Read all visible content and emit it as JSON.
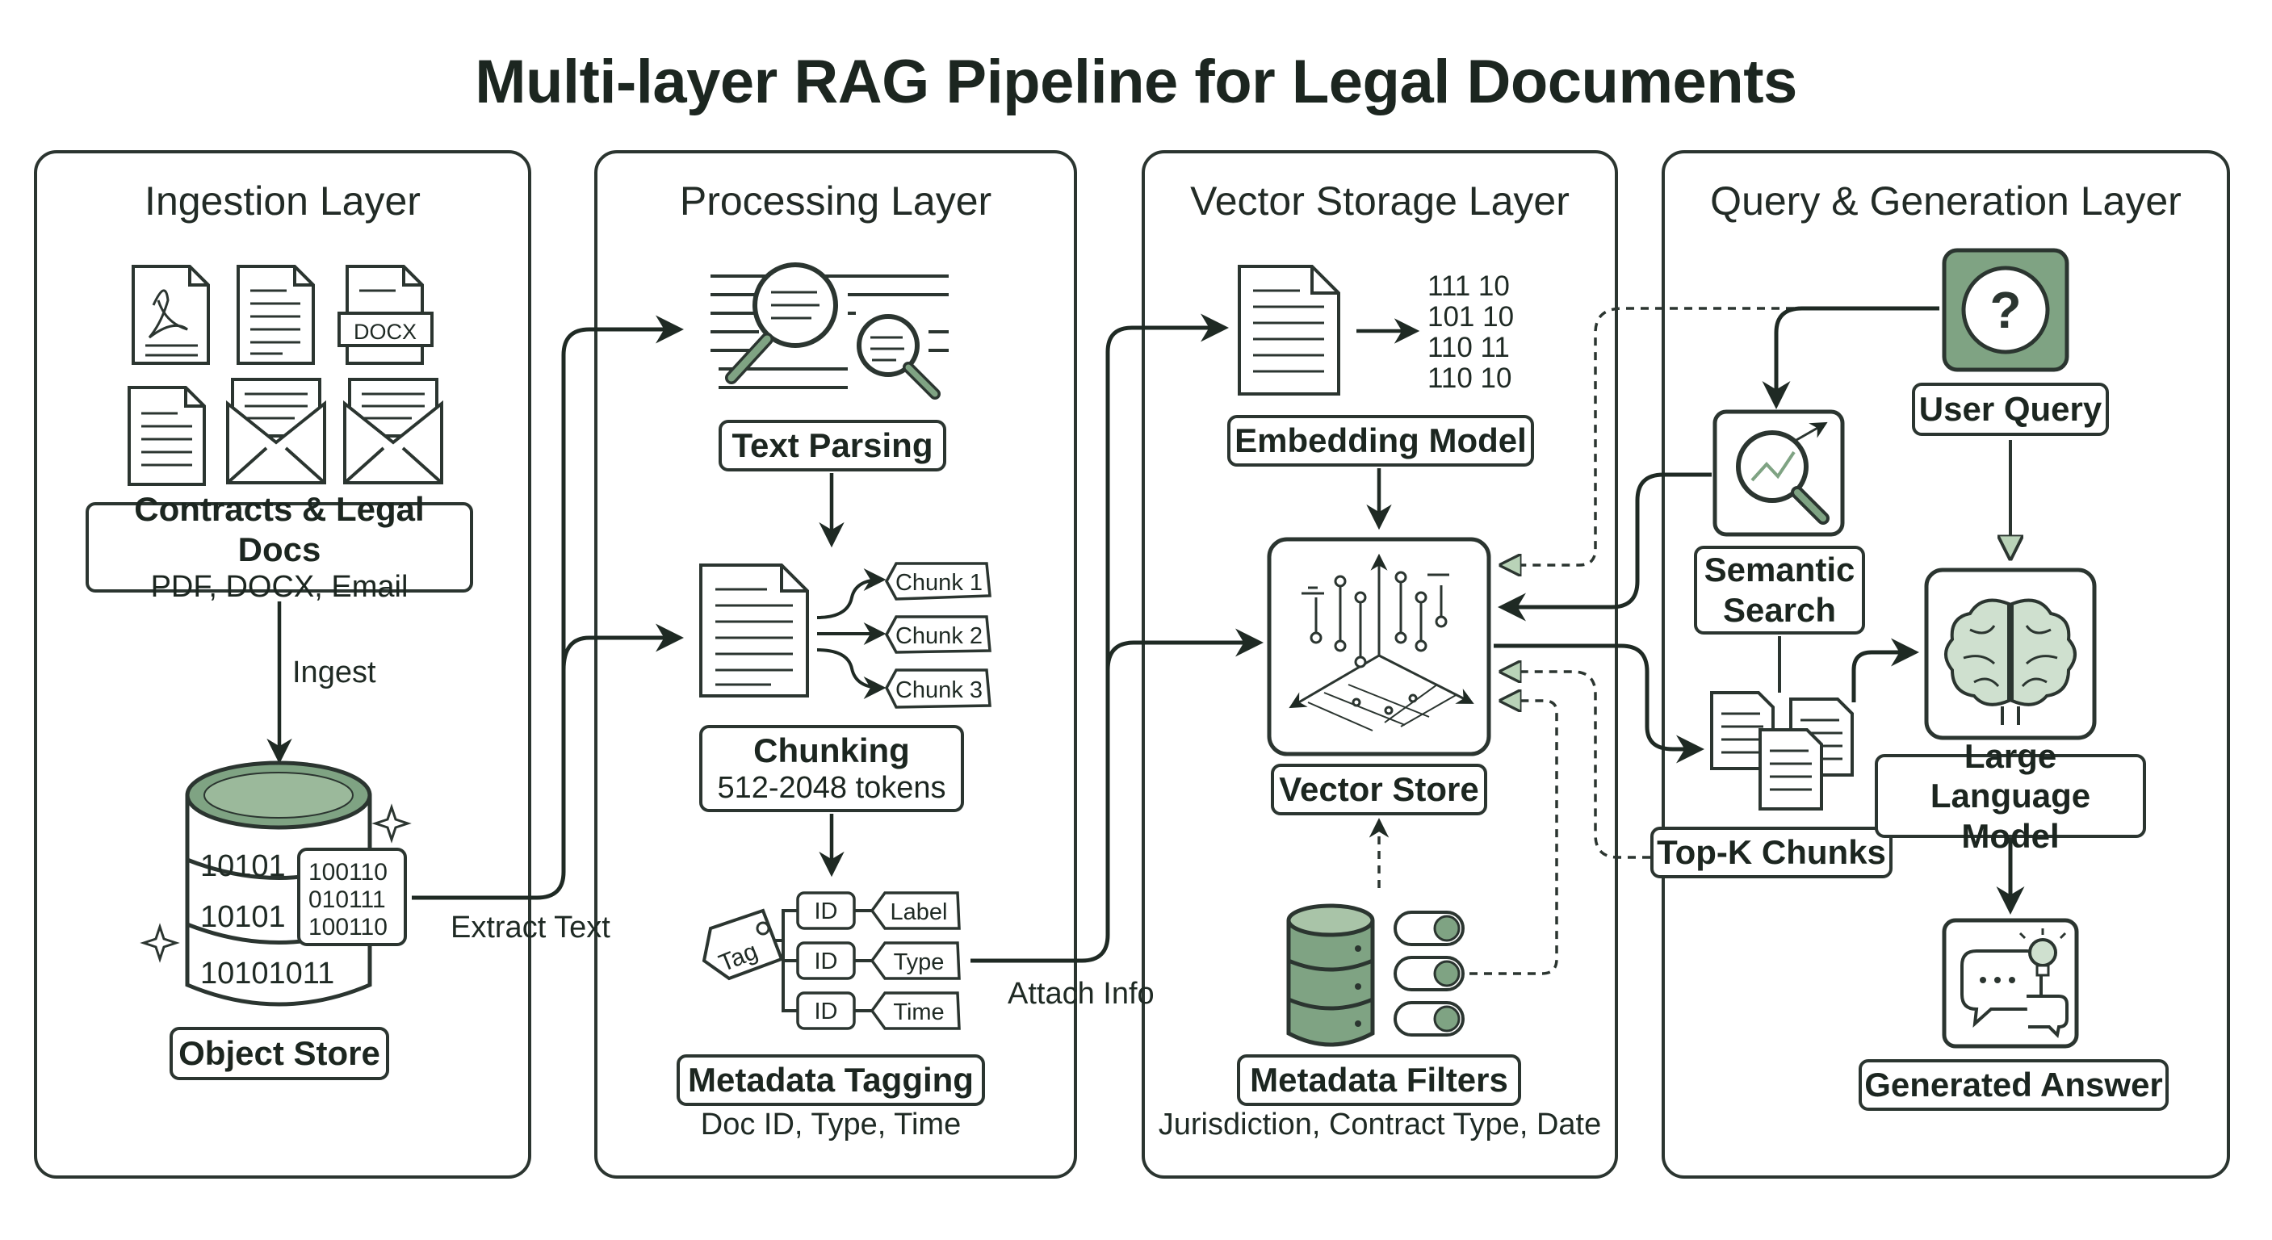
{
  "title": "Multi-layer RAG Pipeline for Legal Documents",
  "layers": {
    "ingestion": "Ingestion Layer",
    "processing": "Processing Layer",
    "vector_storage": "Vector Storage Layer",
    "query_generation": "Query & Generation Layer"
  },
  "ingestion": {
    "docx_label": "DOCX",
    "docs_title": "Contracts & Legal Docs",
    "docs_sub": "PDF, DOCX, Email",
    "ingest_label": "Ingest",
    "db_bits": [
      "10101",
      "10101",
      "10101011"
    ],
    "db_bits_right": [
      "100110",
      "010111",
      "100110"
    ],
    "object_store": "Object Store",
    "extract_label": "Extract Text"
  },
  "processing": {
    "text_parsing": "Text Parsing",
    "chunks": [
      "Chunk 1",
      "Chunk 2",
      "Chunk 3"
    ],
    "chunking_title": "Chunking",
    "chunking_sub": "512-2048 tokens",
    "tag_label": "Tag",
    "id_label": "ID",
    "meta_fields": [
      "Label",
      "Type",
      "Time"
    ],
    "metadata_title": "Metadata Tagging",
    "metadata_sub": "Doc ID, Type, Time",
    "attach_label": "Attach Info"
  },
  "vector": {
    "binary_rows": [
      "111 10",
      "101 10",
      "110 11",
      "110 10"
    ],
    "embedding_model": "Embedding Model",
    "vector_store": "Vector Store",
    "metadata_filters": "Metadata Filters",
    "filters_sub": "Jurisdiction, Contract Type, Date"
  },
  "query": {
    "user_query": "User Query",
    "question_mark": "?",
    "semantic_search": "Semantic Search",
    "top_k": "Top-K Chunks",
    "llm": "Large Language Model",
    "generated_answer": "Generated Answer"
  },
  "colors": {
    "ink": "#2b3530",
    "accent_green": "#7fa383",
    "light_green": "#cfe0cf"
  }
}
